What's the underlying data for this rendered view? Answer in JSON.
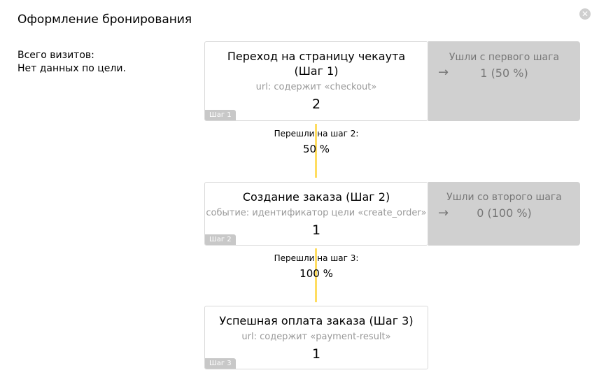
{
  "header": {
    "title": "Оформление бронирования",
    "close_icon": "close-icon"
  },
  "summary": {
    "total_label": "Всего визитов:",
    "no_data": "Нет данных по цели."
  },
  "steps": [
    {
      "name_line1": "Переход на страницу чекаута",
      "name_line2": "(Шаг 1)",
      "condition": "url: содержит «checkout»",
      "count": "2",
      "badge": "Шаг 1"
    },
    {
      "name_line1": "Создание заказа (Шаг 2)",
      "condition": "событие: идентификатор цели «create_order»",
      "count": "1",
      "badge": "Шаг 2"
    },
    {
      "name_line1": "Успешная оплата заказа (Шаг 3)",
      "condition": "url: содержит «payment-result»",
      "count": "1",
      "badge": "Шаг 3"
    }
  ],
  "exits": [
    {
      "label": "Ушли с первого шага",
      "value": "1 (50 %)",
      "arrow": "→"
    },
    {
      "label": "Ушли со второго шага",
      "value": "0 (100 %)",
      "arrow": "→"
    }
  ],
  "transitions": [
    {
      "label": "Перешли на шаг 2:",
      "value": "50 %"
    },
    {
      "label": "Перешли на шаг 3:",
      "value": "100 %"
    }
  ],
  "colors": {
    "connector": "#ffdd60",
    "exit_bg": "#d0d0d0",
    "badge_bg": "#c8c8c8"
  }
}
